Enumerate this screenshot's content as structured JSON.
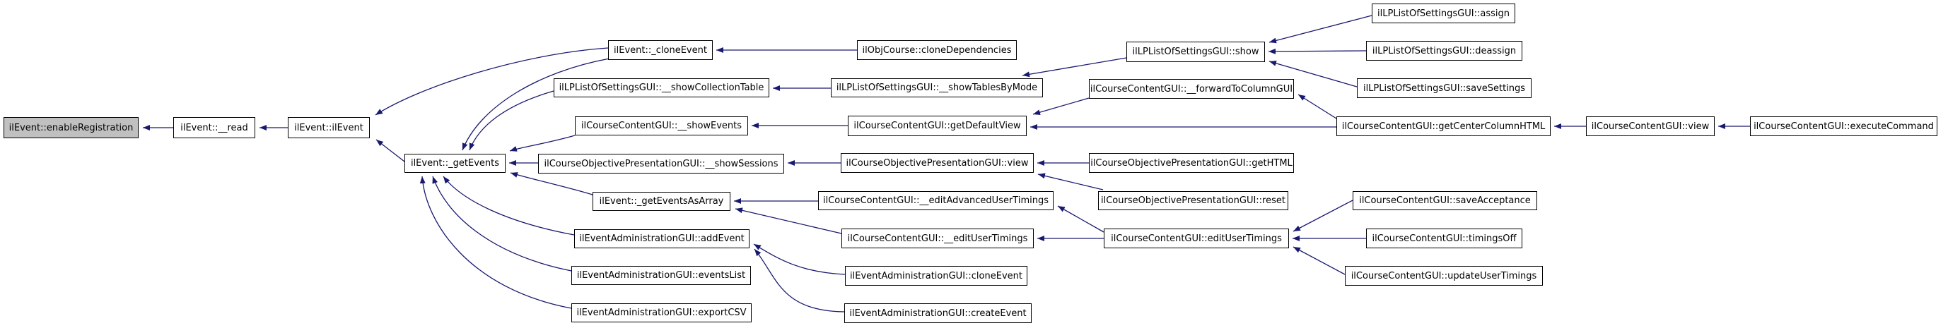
{
  "diagram": {
    "type": "call-graph",
    "root_function": "ilEvent::enableRegistration",
    "colors": {
      "edge": "#191970",
      "node_border": "#000000",
      "node_fill": "#ffffff",
      "root_fill": "#c0c0c0",
      "text": "#000000"
    },
    "nodes": [
      {
        "id": "enableRegistration",
        "label": "ilEvent::enableRegistration",
        "highlighted": true
      },
      {
        "id": "read",
        "label": "ilEvent::__read"
      },
      {
        "id": "ilEvent",
        "label": "ilEvent::ilEvent"
      },
      {
        "id": "cloneEvent",
        "label": "ilEvent::_cloneEvent"
      },
      {
        "id": "cloneDependencies",
        "label": "ilObjCourse::cloneDependencies"
      },
      {
        "id": "lpShow",
        "label": "ilLPListOfSettingsGUI::show"
      },
      {
        "id": "lpAssign",
        "label": "ilLPListOfSettingsGUI::assign"
      },
      {
        "id": "lpDeassign",
        "label": "ilLPListOfSettingsGUI::deassign"
      },
      {
        "id": "lpSaveSettings",
        "label": "ilLPListOfSettingsGUI::saveSettings"
      },
      {
        "id": "showCollectionTable",
        "label": "ilLPListOfSettingsGUI::__showCollectionTable"
      },
      {
        "id": "showTablesByMode",
        "label": "ilLPListOfSettingsGUI::__showTablesByMode"
      },
      {
        "id": "forwardToColumnGUI",
        "label": "ilCourseContentGUI::__forwardToColumnGUI"
      },
      {
        "id": "showEvents",
        "label": "ilCourseContentGUI::__showEvents"
      },
      {
        "id": "getDefaultView",
        "label": "ilCourseContentGUI::getDefaultView"
      },
      {
        "id": "getCenterColumnHTML",
        "label": "ilCourseContentGUI::getCenterColumnHTML"
      },
      {
        "id": "ccView",
        "label": "ilCourseContentGUI::view"
      },
      {
        "id": "executeCommand",
        "label": "ilCourseContentGUI::executeCommand"
      },
      {
        "id": "getEvents",
        "label": "ilEvent::_getEvents"
      },
      {
        "id": "showSessions",
        "label": "ilCourseObjectivePresentationGUI::__showSessions"
      },
      {
        "id": "objView",
        "label": "ilCourseObjectivePresentationGUI::view"
      },
      {
        "id": "objGetHTML",
        "label": "ilCourseObjectivePresentationGUI::getHTML"
      },
      {
        "id": "getEventsAsArray",
        "label": "ilEvent::_getEventsAsArray"
      },
      {
        "id": "editAdvancedUserTimings",
        "label": "ilCourseContentGUI::__editAdvancedUserTimings"
      },
      {
        "id": "objReset",
        "label": "ilCourseObjectivePresentationGUI::reset"
      },
      {
        "id": "saveAcceptance",
        "label": "ilCourseContentGUI::saveAcceptance"
      },
      {
        "id": "addEvent",
        "label": "ilEventAdministrationGUI::addEvent"
      },
      {
        "id": "editUserTimingsPriv",
        "label": "ilCourseContentGUI::__editUserTimings"
      },
      {
        "id": "editUserTimings",
        "label": "ilCourseContentGUI::editUserTimings"
      },
      {
        "id": "timingsOff",
        "label": "ilCourseContentGUI::timingsOff"
      },
      {
        "id": "eventsList",
        "label": "ilEventAdministrationGUI::eventsList"
      },
      {
        "id": "adminCloneEvent",
        "label": "ilEventAdministrationGUI::cloneEvent"
      },
      {
        "id": "updateUserTimings",
        "label": "ilCourseContentGUI::updateUserTimings"
      },
      {
        "id": "exportCSV",
        "label": "ilEventAdministrationGUI::exportCSV"
      },
      {
        "id": "adminCreateEvent",
        "label": "ilEventAdministrationGUI::createEvent"
      }
    ],
    "edges": [
      {
        "from": "ilEvent::__read",
        "to": "ilEvent::enableRegistration"
      },
      {
        "from": "ilEvent::ilEvent",
        "to": "ilEvent::__read"
      },
      {
        "from": "ilEvent::_cloneEvent",
        "to": "ilEvent::ilEvent"
      },
      {
        "from": "ilEvent::_getEvents",
        "to": "ilEvent::ilEvent"
      },
      {
        "from": "ilEvent::_cloneEvent",
        "to": "ilEvent::_getEvents"
      },
      {
        "from": "ilLPListOfSettingsGUI::__showCollectionTable",
        "to": "ilEvent::_getEvents"
      },
      {
        "from": "ilCourseContentGUI::__showEvents",
        "to": "ilEvent::_getEvents"
      },
      {
        "from": "ilCourseObjectivePresentationGUI::__showSessions",
        "to": "ilEvent::_getEvents"
      },
      {
        "from": "ilEvent::_getEventsAsArray",
        "to": "ilEvent::_getEvents"
      },
      {
        "from": "ilEventAdministrationGUI::addEvent",
        "to": "ilEvent::_getEvents"
      },
      {
        "from": "ilEventAdministrationGUI::eventsList",
        "to": "ilEvent::_getEvents"
      },
      {
        "from": "ilEventAdministrationGUI::exportCSV",
        "to": "ilEvent::_getEvents"
      },
      {
        "from": "ilObjCourse::cloneDependencies",
        "to": "ilEvent::_cloneEvent"
      },
      {
        "from": "ilLPListOfSettingsGUI::show",
        "to": "ilLPListOfSettingsGUI::__showTablesByMode"
      },
      {
        "from": "ilLPListOfSettingsGUI::__showTablesByMode",
        "to": "ilLPListOfSettingsGUI::__showCollectionTable"
      },
      {
        "from": "ilCourseContentGUI::getDefaultView",
        "to": "ilCourseContentGUI::__showEvents"
      },
      {
        "from": "ilCourseContentGUI::__forwardToColumnGUI",
        "to": "ilCourseContentGUI::getDefaultView"
      },
      {
        "from": "ilCourseContentGUI::getCenterColumnHTML",
        "to": "ilCourseContentGUI::getDefaultView"
      },
      {
        "from": "ilLPListOfSettingsGUI::assign",
        "to": "ilLPListOfSettingsGUI::show"
      },
      {
        "from": "ilLPListOfSettingsGUI::deassign",
        "to": "ilLPListOfSettingsGUI::show"
      },
      {
        "from": "ilLPListOfSettingsGUI::saveSettings",
        "to": "ilLPListOfSettingsGUI::show"
      },
      {
        "from": "ilCourseContentGUI::getCenterColumnHTML",
        "to": "ilCourseContentGUI::__forwardToColumnGUI"
      },
      {
        "from": "ilCourseContentGUI::view",
        "to": "ilCourseContentGUI::getCenterColumnHTML"
      },
      {
        "from": "ilCourseContentGUI::executeCommand",
        "to": "ilCourseContentGUI::view"
      },
      {
        "from": "ilCourseObjectivePresentationGUI::getHTML",
        "to": "ilCourseObjectivePresentationGUI::view"
      },
      {
        "from": "ilCourseObjectivePresentationGUI::reset",
        "to": "ilCourseObjectivePresentationGUI::view"
      },
      {
        "from": "ilCourseObjectivePresentationGUI::view",
        "to": "ilCourseObjectivePresentationGUI::__showSessions"
      },
      {
        "from": "ilCourseContentGUI::__editAdvancedUserTimings",
        "to": "ilEvent::_getEventsAsArray"
      },
      {
        "from": "ilCourseContentGUI::__editUserTimings",
        "to": "ilEvent::_getEventsAsArray"
      },
      {
        "from": "ilCourseContentGUI::editUserTimings",
        "to": "ilCourseContentGUI::__editAdvancedUserTimings"
      },
      {
        "from": "ilCourseContentGUI::editUserTimings",
        "to": "ilCourseContentGUI::__editUserTimings"
      },
      {
        "from": "ilCourseContentGUI::saveAcceptance",
        "to": "ilCourseContentGUI::editUserTimings"
      },
      {
        "from": "ilCourseContentGUI::timingsOff",
        "to": "ilCourseContentGUI::editUserTimings"
      },
      {
        "from": "ilCourseContentGUI::updateUserTimings",
        "to": "ilCourseContentGUI::editUserTimings"
      },
      {
        "from": "ilEventAdministrationGUI::cloneEvent",
        "to": "ilEventAdministrationGUI::addEvent"
      },
      {
        "from": "ilEventAdministrationGUI::createEvent",
        "to": "ilEventAdministrationGUI::addEvent"
      }
    ]
  }
}
